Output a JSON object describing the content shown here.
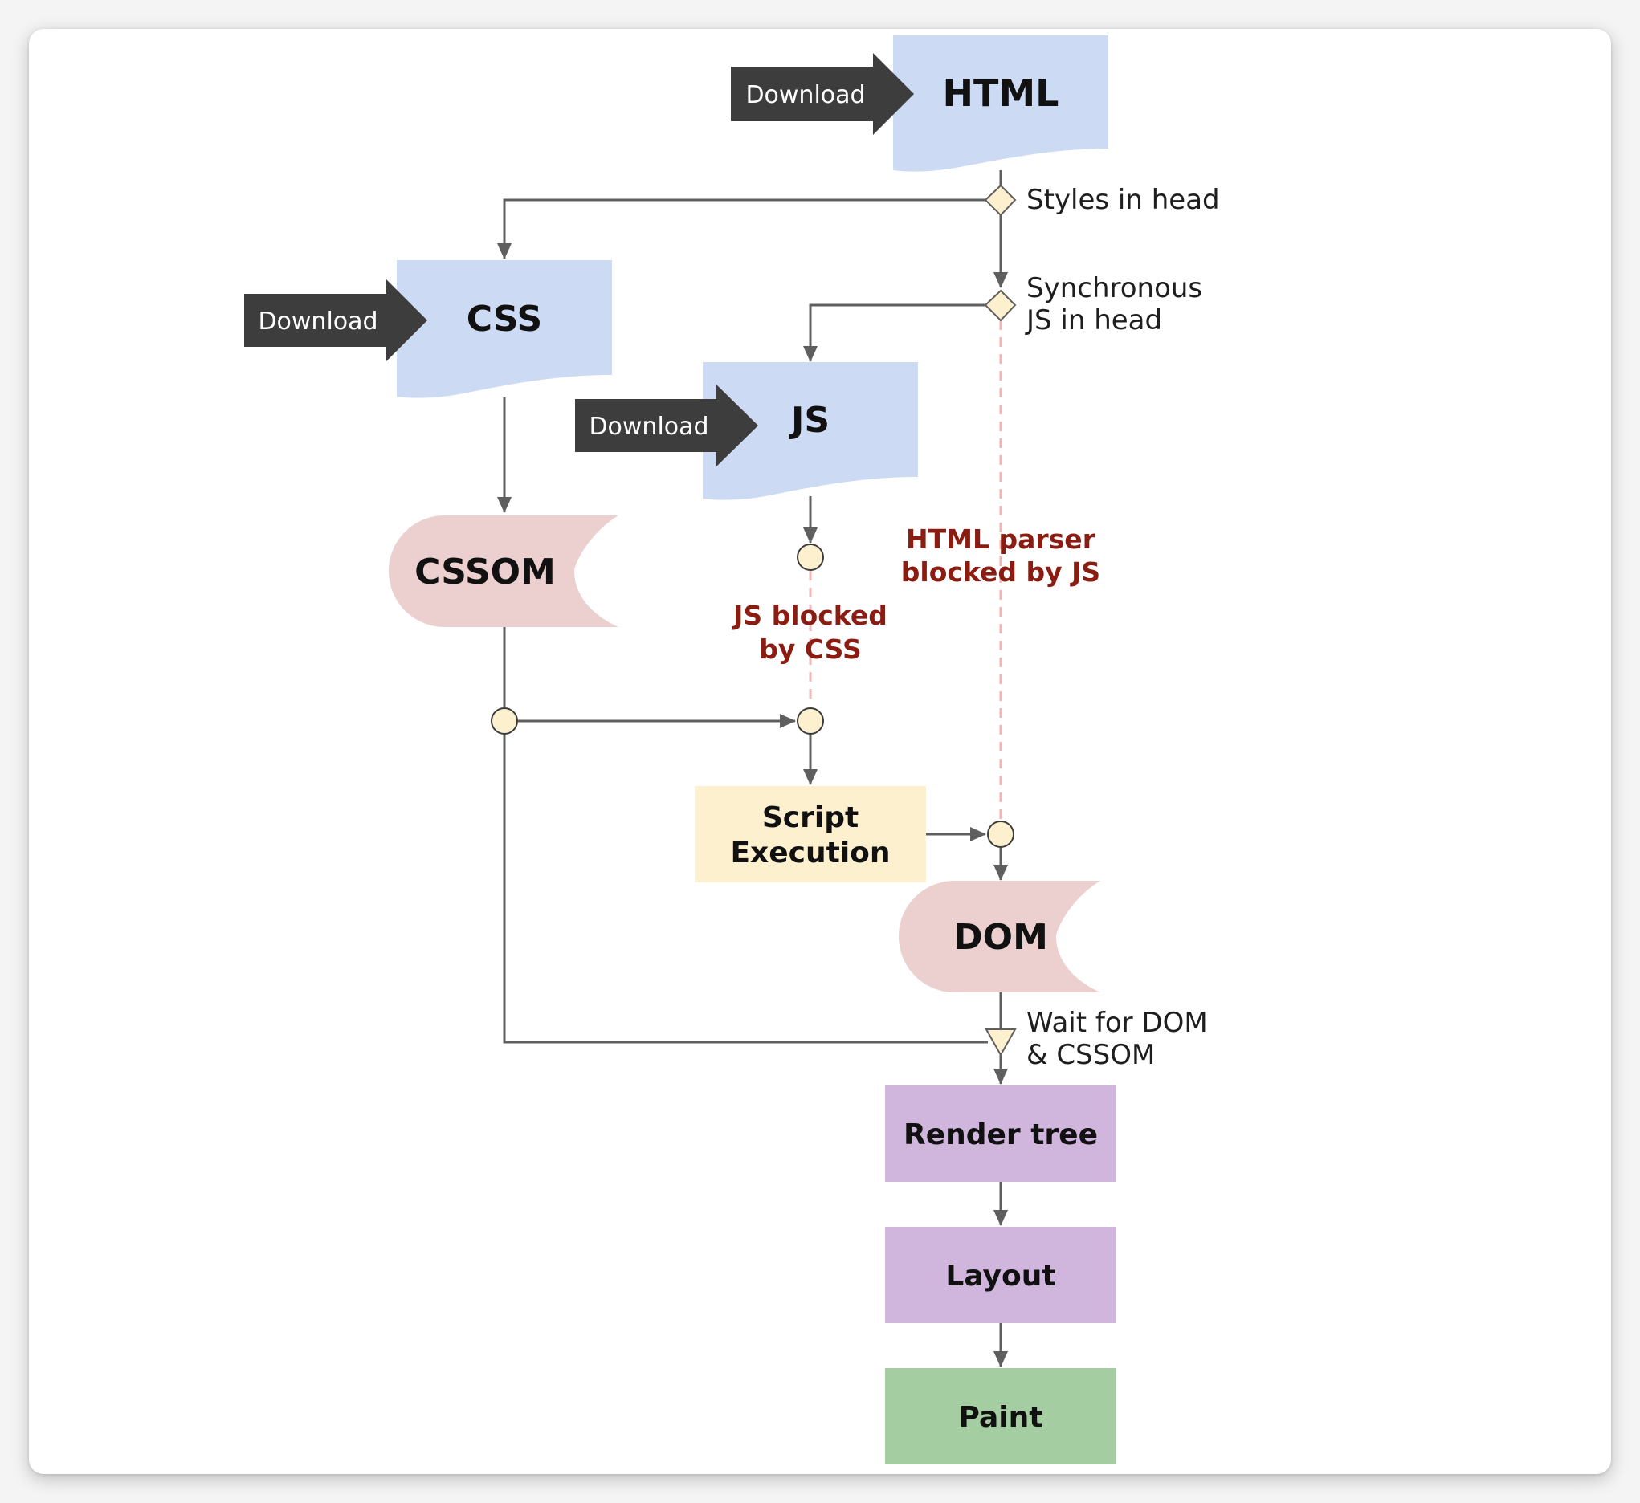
{
  "documents": {
    "html": {
      "label": "HTML",
      "download_label": "Download"
    },
    "css": {
      "label": "CSS",
      "download_label": "Download"
    },
    "js": {
      "label": "JS",
      "download_label": "Download"
    }
  },
  "stores": {
    "cssom": {
      "label": "CSSOM"
    },
    "dom": {
      "label": "DOM"
    }
  },
  "decisions": {
    "styles_in_head": {
      "label": "Styles in head"
    },
    "sync_js_in_head": {
      "line1": "Synchronous",
      "line2": "JS in head"
    },
    "wait_for_dom_cssom": {
      "line1": "Wait for DOM",
      "line2": "& CSSOM"
    }
  },
  "blocking_notes": {
    "js_blocked_by_css": {
      "line1": "JS blocked",
      "line2": "by CSS"
    },
    "parser_blocked_by_js": {
      "line1": "HTML parser",
      "line2": "blocked by JS"
    }
  },
  "steps": {
    "script_execution": {
      "line1": "Script",
      "line2": "Execution"
    },
    "render_tree": {
      "label": "Render tree"
    },
    "layout": {
      "label": "Layout"
    },
    "paint": {
      "label": "Paint"
    }
  },
  "colors": {
    "document_fill": "#ccdaf3",
    "store_fill": "#eccfcf",
    "script_fill": "#fdf0cf",
    "render_step_fill": "#d0b6dd",
    "paint_fill": "#a5cda2",
    "download_arrow": "#3d3d3d",
    "connector": "#5f5f5f",
    "junction_fill": "#fdf0cf",
    "blocked_line": "#f0b6b6",
    "blocked_text": "#8b1c12"
  }
}
